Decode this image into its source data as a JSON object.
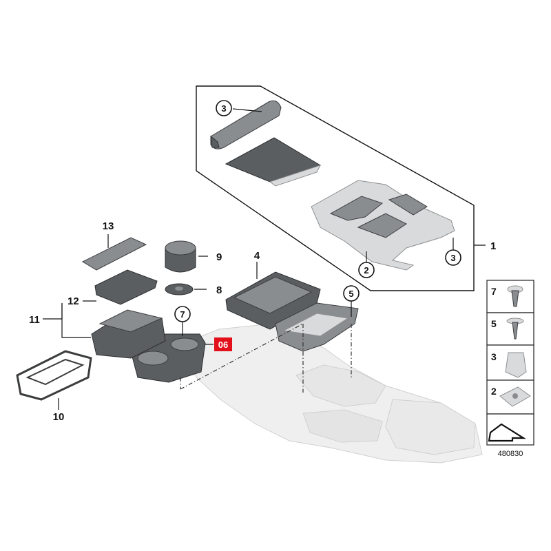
{
  "callouts": {
    "c1": "1",
    "c2": "2",
    "c3a": "3",
    "c3b": "3",
    "c4": "4",
    "c5": "5",
    "c6": "06",
    "c7": "7",
    "c8": "8",
    "c9": "9",
    "c10": "10",
    "c11": "11",
    "c12": "12",
    "c13": "13"
  },
  "legend": {
    "items": [
      "7",
      "5",
      "3",
      "2"
    ]
  },
  "diagram_id": "480830",
  "colors": {
    "highlight": "#e3101b",
    "part_dark": "#5b5e61",
    "ghost": "#efefef"
  },
  "icons": {
    "legend_7": "screw-icon",
    "legend_5": "screw-washer-icon",
    "legend_3": "clip-icon",
    "legend_2": "nut-clip-icon",
    "legend_arrow": "arrow-icon"
  }
}
